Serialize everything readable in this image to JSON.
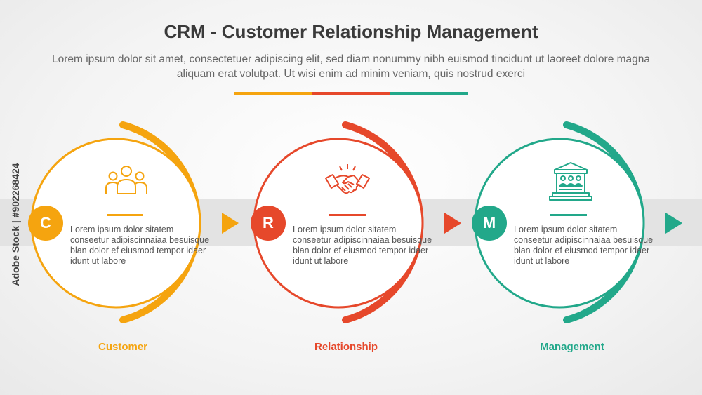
{
  "title": "CRM - Customer Relationship Management",
  "subtitle": "Lorem ipsum dolor sit amet, consectetuer adipiscing elit, sed diam nonummy nibh euismod tincidunt ut laoreet dolore magna aliquam erat volutpat. Ut wisi enim ad minim veniam, quis nostrud exerci",
  "colors": {
    "customer": "#f5a40f",
    "relationship": "#e6482b",
    "management": "#22a88a"
  },
  "steps": [
    {
      "letter": "C",
      "label": "Customer",
      "icon": "people-group-icon",
      "text": "Lorem ipsum dolor sitatem conseetur adipiscinnaiaa besuisque blan dolor ef eiusmod tempor idaer idunt ut labore"
    },
    {
      "letter": "R",
      "label": "Relationship",
      "icon": "handshake-icon",
      "text": "Lorem ipsum dolor sitatem conseetur adipiscinnaiaa besuisque blan dolor ef eiusmod tempor idaer idunt ut labore"
    },
    {
      "letter": "M",
      "label": "Management",
      "icon": "building-team-icon",
      "text": "Lorem ipsum dolor sitatem conseetur adipiscinnaiaa besuisque blan dolor ef eiusmod tempor idaer idunt ut labore"
    }
  ],
  "side_credit": "Adobe Stock | #902268424"
}
